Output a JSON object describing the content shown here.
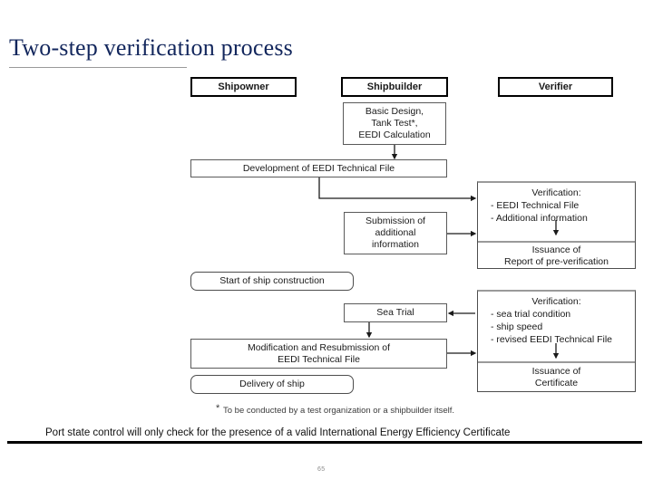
{
  "slide": {
    "title": "Two-step verification process",
    "page_number": "65"
  },
  "columns": [
    {
      "key": "shipowner",
      "label": "Shipowner"
    },
    {
      "key": "shipbuilder",
      "label": "Shipbuilder"
    },
    {
      "key": "verifier",
      "label": "Verifier"
    }
  ],
  "nodes": {
    "basic_design": {
      "lines": [
        "Basic Design,",
        "Tank Test*,",
        "EEDI Calculation"
      ]
    },
    "development": {
      "label": "Development of EEDI Technical File"
    },
    "submission": {
      "lines": [
        "Submission of",
        "additional",
        "information"
      ]
    },
    "start_constr": {
      "label": "Start of ship construction"
    },
    "sea_trial": {
      "label": "Sea Trial"
    },
    "modification": {
      "lines": [
        "Modification and Resubmission of",
        "EEDI Technical File"
      ]
    },
    "delivery": {
      "label": "Delivery of ship"
    }
  },
  "verification_1": {
    "title": "Verification:",
    "items": [
      "- EEDI Technical File",
      "- Additional information"
    ],
    "outcome": [
      "Issuance of",
      "Report of pre-verification"
    ]
  },
  "verification_2": {
    "title": "Verification:",
    "items": [
      "- sea trial condition",
      "- ship speed",
      "- revised EEDI Technical File"
    ],
    "outcome": [
      "Issuance of",
      "Certificate"
    ]
  },
  "footnote": {
    "marker": "*",
    "text": "To be conducted by a test organization or a shipbuilder itself."
  },
  "banner": {
    "text": "Port state control will only check for the presence of a valid International Energy Efficiency Certificate"
  },
  "colors": {
    "title": "#12265c",
    "box_border": "#4d4d4d",
    "header_border": "#000000",
    "gray_rule": "#9a9a9a",
    "text": "#1a1a1a"
  }
}
